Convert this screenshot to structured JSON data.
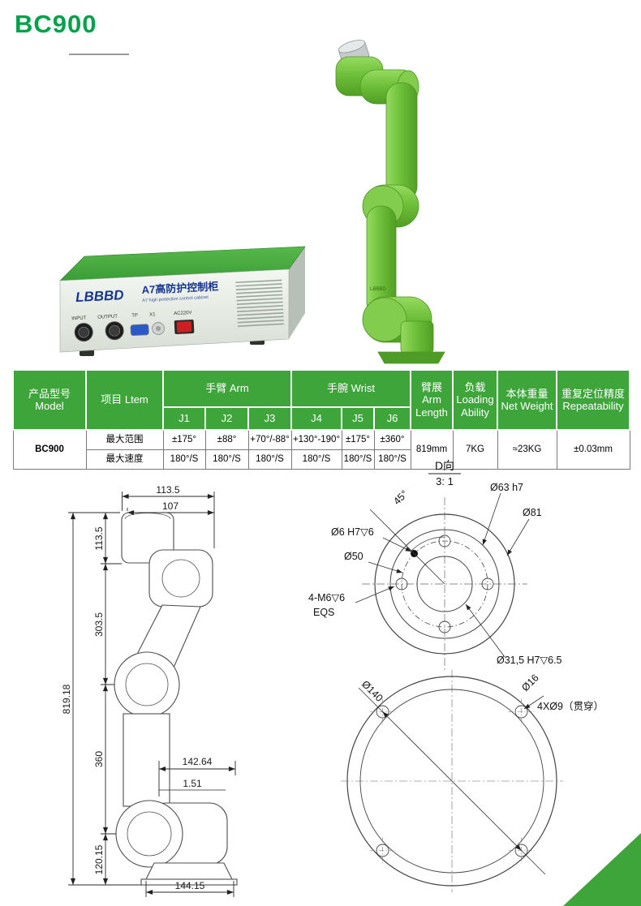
{
  "title": "BC900",
  "colors": {
    "title_green": "#00A14B",
    "table_green": "#3EA53B",
    "robot_green": "#6FC03A"
  },
  "cabinet": {
    "logo": "LBBBD",
    "name_cn": "A7高防护控制柜",
    "name_en": "A7 high protection control cabinet",
    "ports": {
      "input": "INPUT",
      "output": "OUTPUT",
      "tp": "TP",
      "x1": "X1",
      "power": "AC220V"
    }
  },
  "robot": {
    "base_logo": "LBBBD"
  },
  "spec_table": {
    "col_model": "产品型号\nModel",
    "col_item": "项目 Ltem",
    "group_arm": "手臂 Arm",
    "group_wrist": "手腕 Wrist",
    "joints": [
      "J1",
      "J2",
      "J3",
      "J4",
      "J5",
      "J6"
    ],
    "col_arm_length": "臂展\nArm\nLength",
    "col_loading": "负载\nLoading\nAbility",
    "col_net_weight": "本体重量\nNet Weight",
    "col_repeatability": "重复定位精度\nRepeatability",
    "model": "BC900",
    "row_range_label": "最大范围",
    "row_range": [
      "±175°",
      "±88°",
      "+70°/-88°",
      "+130°-190°",
      "±175°",
      "±360°"
    ],
    "row_speed_label": "最大速度",
    "row_speed": [
      "180°/S",
      "180°/S",
      "180°/S",
      "180°/S",
      "180°/S",
      "180°/S"
    ],
    "arm_length": "819mm",
    "loading": "7KG",
    "net_weight": "≈23KG",
    "repeatability": "±0.03mm"
  },
  "dim_drawing": {
    "w_top": "113.5",
    "w_top2": "107",
    "h1": "113.5",
    "h2": "303.5",
    "h_total": "819.18",
    "h3": "360",
    "h4": "120.15",
    "w_mid": "142.64",
    "w_small": "1.51",
    "w_bottom": "144.15"
  },
  "flange_drawing": {
    "view_label": "D向",
    "scale": "3: 1",
    "angle": "45°",
    "d63": "Ø63 h7",
    "d81": "Ø81",
    "d6": "Ø6 H7▽6",
    "d50": "Ø50",
    "m6": "4-M6▽6",
    "eqs": "EQS",
    "d315": "Ø31,5 H7▽6.5"
  },
  "base_drawing": {
    "d140": "Ø140",
    "d16": "Ø16",
    "d9": "4XØ9（贯穿）"
  }
}
